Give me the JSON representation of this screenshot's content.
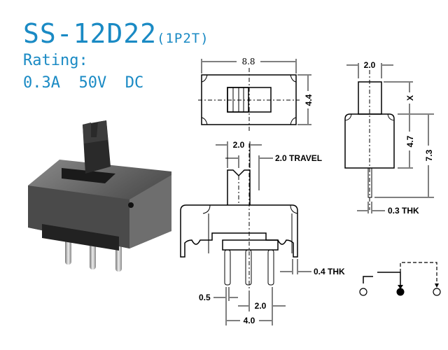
{
  "header": {
    "model": "SS-12D22",
    "configuration": "(1P2T)",
    "rating_label": "Rating:",
    "rating_values": "0.3A  50V  DC"
  },
  "top_view": {
    "width_dim": "8.8",
    "height_dim": "4.4"
  },
  "side_view": {
    "actuator_width": "2.0",
    "actuator_height": "X",
    "body_height": "4.7",
    "total_height": "7.3",
    "lead_thickness": "0.3 THK"
  },
  "front_view": {
    "actuator_width": "2.0",
    "travel": "2.0 TRAVEL",
    "frame_thickness": "0.4 THK",
    "pin_width": "0.5",
    "pin_pitch": "2.0",
    "pin_span": "4.0"
  },
  "colors": {
    "title": "#1a8ac4"
  }
}
